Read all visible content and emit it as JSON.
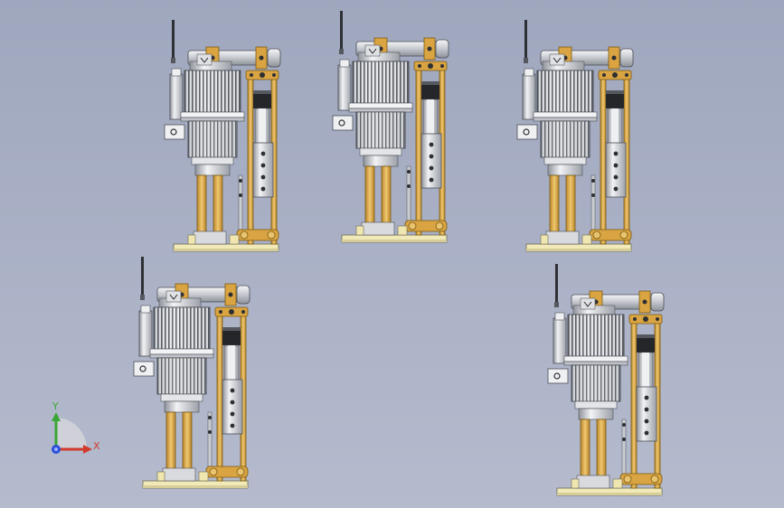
{
  "scene": {
    "kind": "cad-assembly-views",
    "background": {
      "top": "#9fa7be",
      "bottom": "#b5bbcd"
    },
    "model_count": 5,
    "colors": {
      "steel": "#c9ccd1",
      "steel_dark": "#5a5e66",
      "steel_light": "#eef0f2",
      "motor_fins": "#3a3d42",
      "bracket_yellow": "#d9a441",
      "bracket_edge": "#7a5a14",
      "base_plate": "#f1e9b8",
      "dark_band": "#24262a"
    }
  },
  "triad": {
    "x_label": "X",
    "y_label": "Y",
    "x_color": "#d23a2e",
    "y_color": "#3aa635",
    "z_color": "#2b4fd8",
    "icon": "coordinate-axes-icon"
  }
}
